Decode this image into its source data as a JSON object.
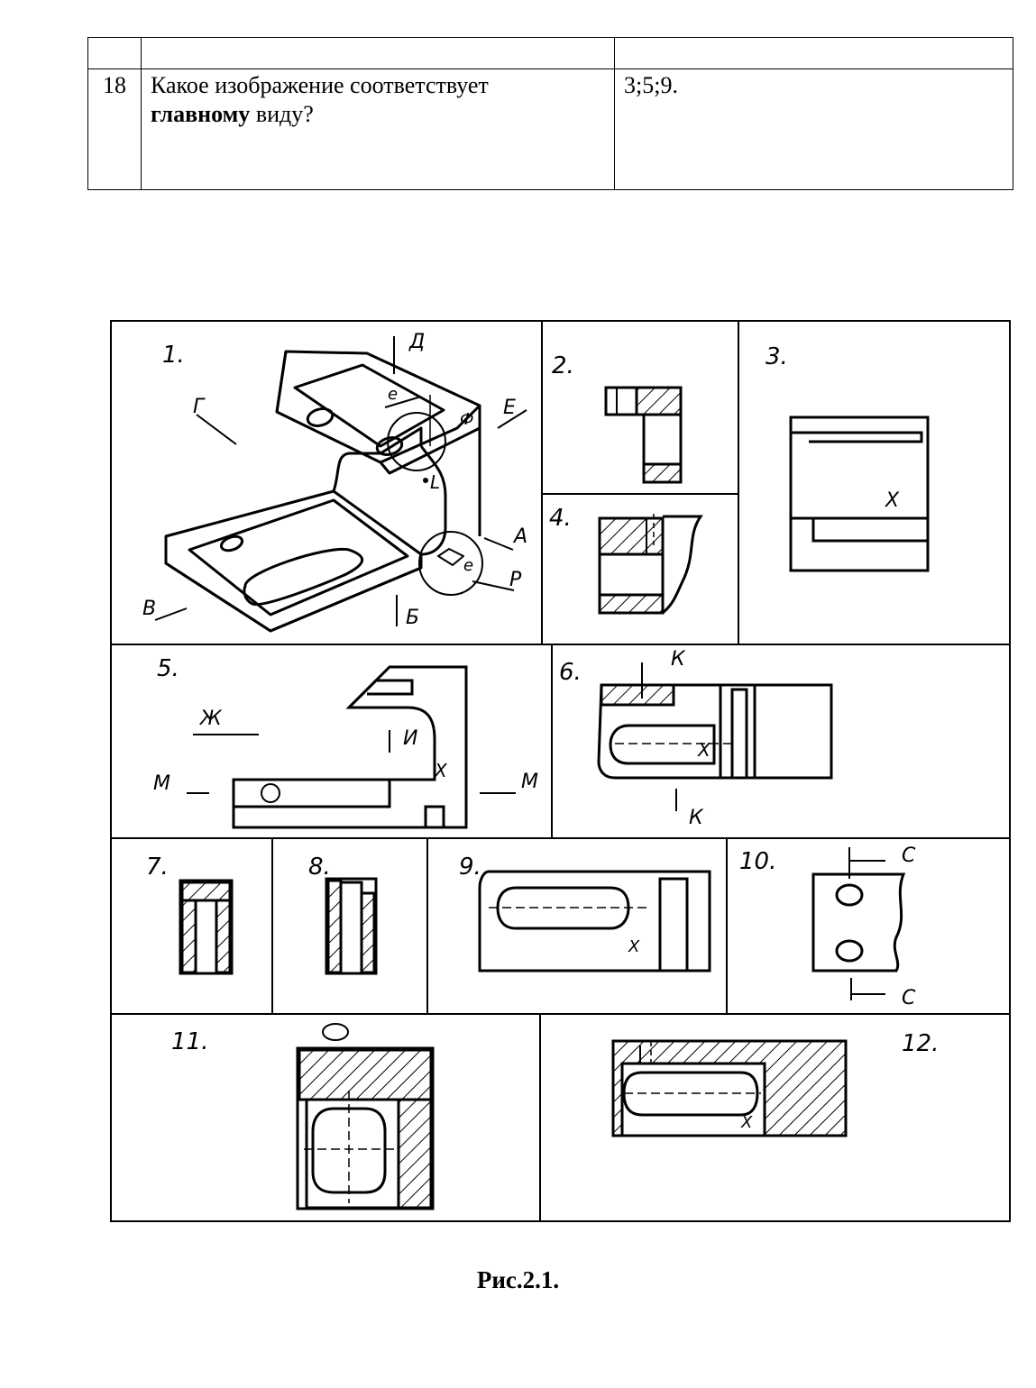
{
  "question_table": {
    "row_number": "18",
    "question_part1": "Какое изображение соответствует",
    "question_bold": "главному",
    "question_part2": "виду?",
    "answer": "3;5;9."
  },
  "figure": {
    "panel_labels": [
      "1.",
      "2.",
      "3.",
      "4.",
      "5.",
      "6.",
      "7.",
      "8.",
      "9.",
      "10.",
      "11.",
      "12."
    ],
    "iso_letters": {
      "d": "Д",
      "e": "Е",
      "g": "Г",
      "v": "В",
      "b": "Б",
      "a": "А",
      "p": "Р",
      "l": "L",
      "f": "Ф",
      "e_small": "e",
      "e_small2": "e"
    },
    "panel5_letters": {
      "zh": "Ж",
      "i": "И",
      "m1": "М",
      "m2": "М",
      "x": "X"
    },
    "panel6_letters": {
      "k1": "К",
      "k2": "К",
      "x": "X"
    },
    "panel3_letters": {
      "x": "X"
    },
    "panel9_letters": {
      "x": "X"
    },
    "panel10_letters": {
      "c1": "С",
      "c2": "С"
    },
    "panel12_letters": {
      "x": "X"
    }
  },
  "caption": "Рис.2.1."
}
